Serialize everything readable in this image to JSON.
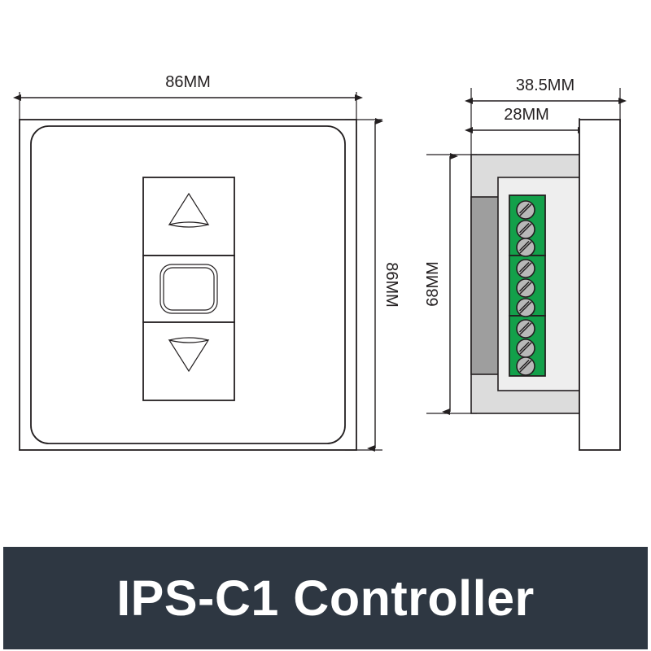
{
  "page": {
    "background_color": "#ffffff",
    "title": "IPS-C1 Controller dimensional drawing"
  },
  "banner": {
    "product_name": "IPS-C1 Controller",
    "background_color": "#2e3742",
    "text_color": "#ffffff"
  },
  "front_view": {
    "name": "front-view",
    "dimensions": {
      "width_label": "86MM",
      "height_label": "86MM"
    },
    "buttons": [
      {
        "name": "up-button",
        "icon": "triangle-up-icon"
      },
      {
        "name": "center-button",
        "icon": "rounded-square-icon"
      },
      {
        "name": "down-button",
        "icon": "triangle-down-icon"
      }
    ]
  },
  "side_view": {
    "name": "side-view",
    "dimensions": {
      "total_depth_label": "38.5MM",
      "body_depth_label": "28MM",
      "body_height_label": "68MM"
    },
    "terminal_block": {
      "name": "terminal-block",
      "color": "#13a04a",
      "group_count": 3,
      "screws_per_group": 3,
      "total_screws": 9
    },
    "parts": [
      {
        "name": "front-bezel",
        "color": "#ffffff"
      },
      {
        "name": "housing-shell",
        "color": "#dcdcdc"
      },
      {
        "name": "inner-body",
        "color": "#eeeeee"
      },
      {
        "name": "back-plate",
        "color": "#9e9e9e"
      }
    ]
  }
}
